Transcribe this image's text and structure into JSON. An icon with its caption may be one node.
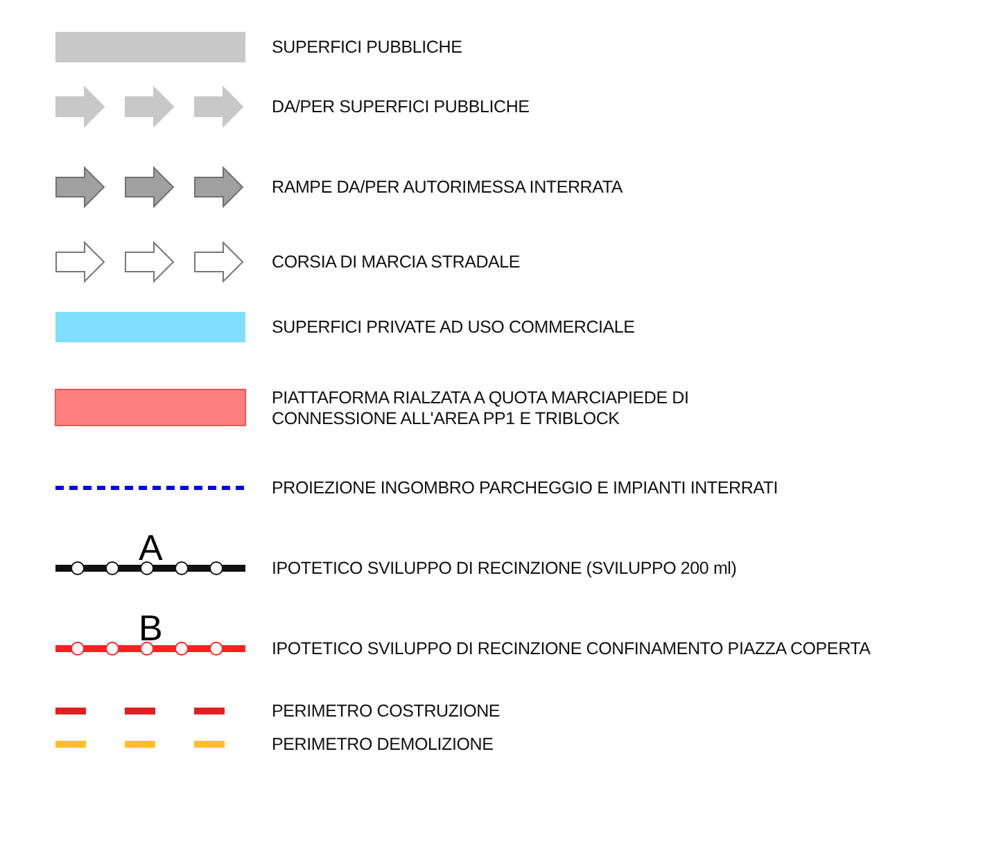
{
  "diagram": {
    "labels": [
      "A",
      "B"
    ],
    "legend": [
      {
        "text": "SUPERFICI PUBBLICHE",
        "color": "#c8c8c8"
      },
      {
        "text": "DA/PER SUPERFICI  PUBBLICHE"
      },
      {
        "text": "RAMPE DA/PER AUTORIMESSA INTERRATA"
      },
      {
        "text": "CORSIA DI MARCIA STRADALE"
      },
      {
        "text": "SUPERFICI PRIVATE AD USO COMMERCIALE",
        "color": "#80dfff"
      },
      {
        "text": "PIATTAFORMA RIALZATA A QUOTA MARCIAPIEDE DI CONNESSIONE ALL'AREA PP1 E TRIBLOCK",
        "color": "#ff8080"
      },
      {
        "text": "PROIEZIONE INGOMBRO PARCHEGGIO E IMPIANTI INTERRATI"
      },
      {
        "text": "IPOTETICO SVILUPPO DI RECINZIONE (SVILUPPO 200 ml)"
      },
      {
        "text": "IPOTETICO SVILUPPO DI RECINZIONE CONFINAMENTO PIAZZA COPERTA"
      },
      {
        "text": "PERIMETRO COSTRUZIONE"
      },
      {
        "text": "PERIMETRO DEMOLIZIONE"
      }
    ]
  }
}
